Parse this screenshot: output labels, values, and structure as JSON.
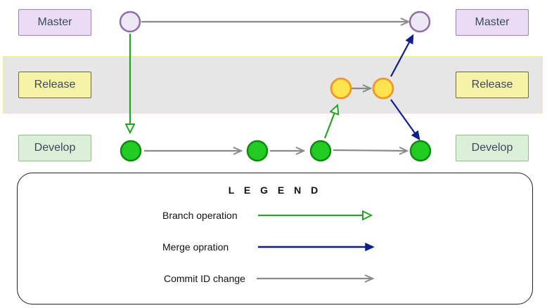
{
  "branches": {
    "master": "Master",
    "release": "Release",
    "develop": "Develop"
  },
  "legend": {
    "title": "L E G E N D",
    "items": [
      {
        "label": "Branch operation",
        "color": "#2aa02a"
      },
      {
        "label": "Merge opration",
        "color": "#0f1e8c"
      },
      {
        "label": "Commit ID change",
        "color": "#8a8a8a"
      }
    ]
  },
  "colors": {
    "master_node": "#eee8f4",
    "master_stroke": "#8e6ea6",
    "release_node": "#ffe44d",
    "release_stroke": "#f2952a",
    "develop_node": "#22cc22",
    "develop_stroke": "#118811",
    "branch_arrow": "#2aa02a",
    "merge_arrow": "#0f1e8c",
    "commit_arrow": "#8a8a8a"
  }
}
